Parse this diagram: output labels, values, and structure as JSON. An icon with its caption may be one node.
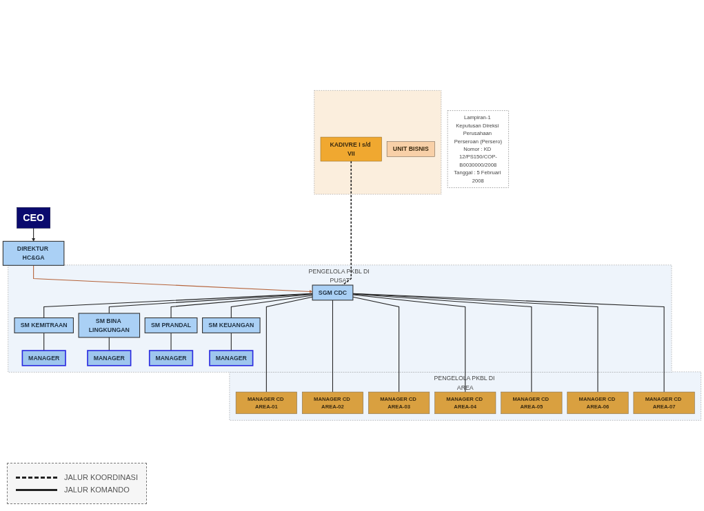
{
  "diagram": {
    "nodes": [
      {
        "text": [
          "CEO"
        ]
      },
      {
        "text": [
          "DIREKTUR HC&GA"
        ]
      },
      {
        "text": [
          "Lampiran-1 Keputusan Direksi Perusahaan Perseroan (Persero)",
          "Nomor : KD 12/PS150/COP-B0030000/2008",
          "Tanggal : 5 Februari 2008"
        ]
      },
      {
        "text": [],
        "shape": "box"
      },
      {
        "text": [
          "KADIVRE I s/d VII"
        ],
        "in": 3
      },
      {
        "text": [
          "UNIT BISNIS"
        ],
        "in": 3
      },
      {
        "text": [
          "PENGELOLA PKBL DI PUSAT"
        ]
      },
      {
        "text": [
          "SGM CDC"
        ],
        "in": 6
      },
      {
        "text": [
          "SM KEMITRAAN"
        ],
        "in": 6
      },
      {
        "text": [
          "SM BINA LINGKUNGAN"
        ],
        "in": 6
      },
      {
        "text": [
          "SM PRANDAL"
        ],
        "in": 6
      },
      {
        "text": [
          "SM KEUANGAN"
        ],
        "in": 6
      },
      {
        "text": [
          "MANAGER"
        ],
        "in": 6
      },
      {
        "text": [
          "MANAGER"
        ],
        "in": 6
      },
      {
        "text": [
          "MANAGER"
        ],
        "in": 6
      },
      {
        "text": [
          "MANAGER"
        ],
        "in": 6
      },
      {
        "text": [
          "PENGELOLA PKBL DI AREA"
        ]
      },
      {
        "text": [
          "MANAGER CD AREA-01"
        ],
        "in": 16
      },
      {
        "text": [
          "MANAGER CD AREA-02"
        ],
        "in": 16
      },
      {
        "text": [
          "MANAGER CD AREA-03"
        ],
        "in": 16
      },
      {
        "text": [
          "MANAGER CD AREA-04"
        ],
        "in": 16
      },
      {
        "text": [
          "MANAGER CD AREA-05"
        ],
        "in": 16
      },
      {
        "text": [
          "MANAGER CD AREA-06"
        ],
        "in": 16
      },
      {
        "text": [
          "MANAGER CD AREA-07"
        ],
        "in": 16
      }
    ],
    "edges": [
      {
        "from": 0,
        "to": 1,
        "arrow": "to"
      },
      {
        "from": 1,
        "to": 7,
        "arrow": "to",
        "color": "#b5633a"
      },
      {
        "from": 4,
        "to": 7,
        "arrow": "none",
        "style": "dashed"
      },
      {
        "from": 7,
        "to": 8,
        "arrow": "none"
      },
      {
        "from": 7,
        "to": 9,
        "arrow": "none"
      },
      {
        "from": 7,
        "to": 10,
        "arrow": "none"
      },
      {
        "from": 7,
        "to": 11,
        "arrow": "none"
      },
      {
        "from": 8,
        "to": 12,
        "arrow": "none"
      },
      {
        "from": 9,
        "to": 13,
        "arrow": "none"
      },
      {
        "from": 10,
        "to": 14,
        "arrow": "none"
      },
      {
        "from": 11,
        "to": 15,
        "arrow": "none"
      },
      {
        "from": 7,
        "to": 17,
        "arrow": "none"
      },
      {
        "from": 7,
        "to": 18,
        "arrow": "none"
      },
      {
        "from": 7,
        "to": 19,
        "arrow": "none"
      },
      {
        "from": 7,
        "to": 20,
        "arrow": "none"
      },
      {
        "from": 7,
        "to": 21,
        "arrow": "none"
      },
      {
        "from": 7,
        "to": 22,
        "arrow": "none"
      },
      {
        "from": 7,
        "to": 23,
        "arrow": "none"
      }
    ],
    "legend": [
      {
        "text": "JALUR KOORDINASI"
      },
      {
        "text": "JALUR KOMANDO"
      }
    ]
  }
}
